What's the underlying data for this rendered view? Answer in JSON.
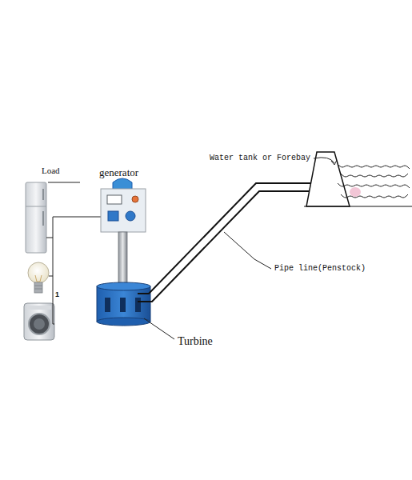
{
  "diagram": {
    "labels": [
      "Load",
      "generator",
      "Water tank or Forebay",
      "Pipe line(Penstock)",
      "Turbine",
      "1"
    ]
  }
}
